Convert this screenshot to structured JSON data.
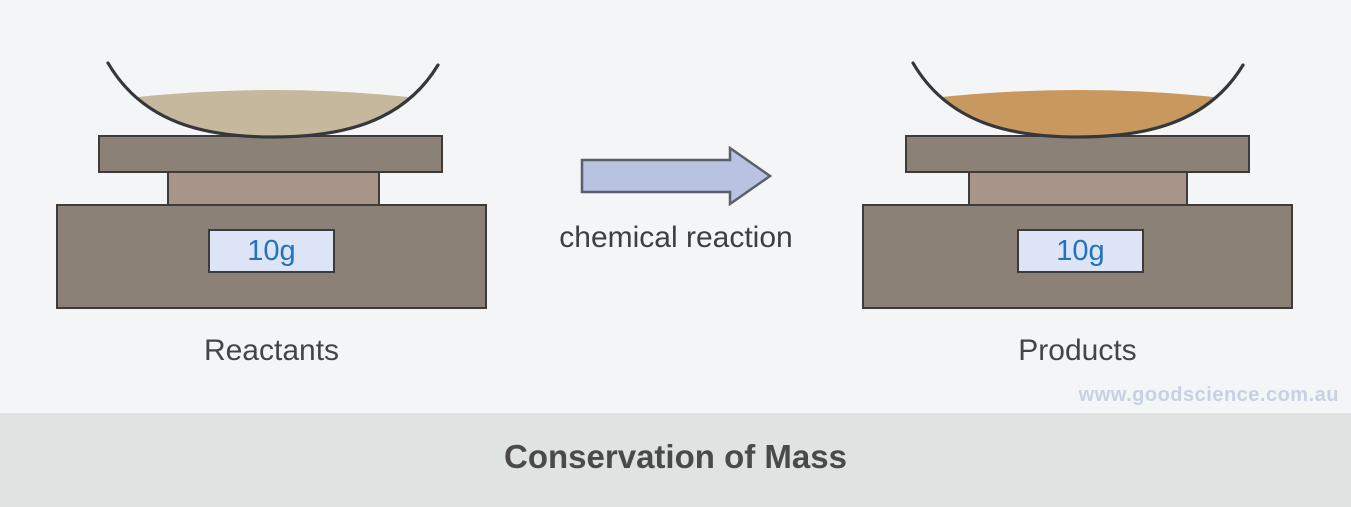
{
  "page": {
    "background_color": "#f4f5f7",
    "banner_background_color": "#dfe3e2"
  },
  "banner": {
    "title": "Conservation of Mass"
  },
  "watermark": {
    "text": "www.goodscience.com.au",
    "color": "#c7d1e5"
  },
  "arrow": {
    "label": "chemical reaction",
    "fill_color": "#b8c2e1",
    "stroke_color": "#5a5f6c"
  },
  "scales": {
    "left": {
      "label": "Reactants",
      "display_value": "10g",
      "substance_color": "#c6b89c"
    },
    "right": {
      "label": "Products",
      "display_value": "10g",
      "substance_color": "#c9985f"
    }
  },
  "colors": {
    "scale_body": "#8b8177",
    "scale_pedestal": "#a9948a",
    "outline": "#3d3c3b",
    "bowl_stroke": "#34373c",
    "display_background": "#dce4f6",
    "display_text": "#2173bd",
    "label_text": "#454545"
  }
}
